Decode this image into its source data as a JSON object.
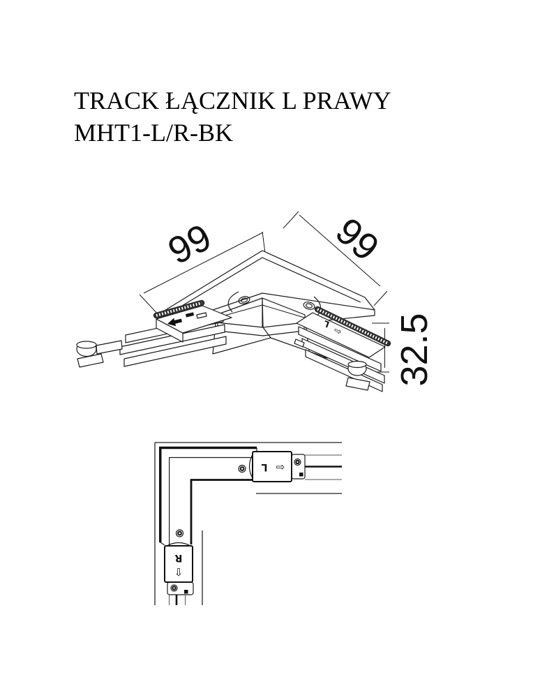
{
  "title": {
    "line1": "TRACK ŁĄCZNIK L PRAWY",
    "line2": "MHT1-L/R-BK"
  },
  "dimensions": {
    "arm_left": "99",
    "arm_right": "99",
    "height": "32.5"
  },
  "plan_labels": {
    "horizontal_letter": "L",
    "horizontal_arrow": "⇨",
    "vertical_letter": "R",
    "vertical_arrow": "⇩"
  },
  "iso_labels": {
    "corner_letter": "L",
    "corner_arrow": "⇨"
  },
  "colors": {
    "line": "#1a1a1a",
    "rail_gray": "#555555",
    "background": "#ffffff"
  }
}
